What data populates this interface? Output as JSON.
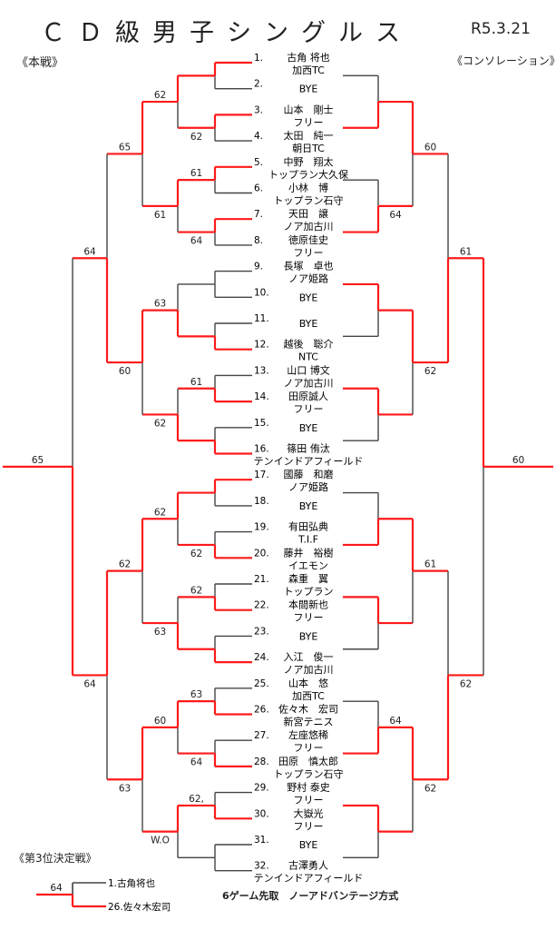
{
  "header": {
    "title": "ＣＤ級男子シングルス",
    "date": "R5.3.21"
  },
  "labels": {
    "main": "《本戦》",
    "consolation": "《コンソレーション》",
    "third_place": "《第3位決定戦》",
    "footer": "6ゲーム先取　ノーアドバンテージ方式"
  },
  "colors": {
    "win": "#ff1a1a",
    "line": "#444444"
  },
  "players": [
    {
      "num": "1.",
      "name": "古角 将也",
      "club": "加西TC"
    },
    {
      "num": "2.",
      "name": "BYE",
      "club": ""
    },
    {
      "num": "3.",
      "name": "山本　剛士",
      "club": "フリー"
    },
    {
      "num": "4.",
      "name": "太田　純一",
      "club": "朝日TC"
    },
    {
      "num": "5.",
      "name": "中野　翔太",
      "club": "トップラン大久保"
    },
    {
      "num": "6.",
      "name": "小林　博",
      "club": "トップラン石守"
    },
    {
      "num": "7.",
      "name": "天田　譲",
      "club": "ノア加古川"
    },
    {
      "num": "8.",
      "name": "徳原佳史",
      "club": "フリー"
    },
    {
      "num": "9.",
      "name": "長塚　卓也",
      "club": "ノア姫路"
    },
    {
      "num": "10.",
      "name": "BYE",
      "club": ""
    },
    {
      "num": "11.",
      "name": "BYE",
      "club": ""
    },
    {
      "num": "12.",
      "name": "越後　聡介",
      "club": "NTC"
    },
    {
      "num": "13.",
      "name": "山口 博文",
      "club": "ノア加古川"
    },
    {
      "num": "14.",
      "name": "田原誠人",
      "club": "フリー"
    },
    {
      "num": "15.",
      "name": "BYE",
      "club": ""
    },
    {
      "num": "16.",
      "name": "篠田 侑汰",
      "club": "テンインドアフィールド"
    },
    {
      "num": "17.",
      "name": "國藤　和磨",
      "club": "ノア姫路"
    },
    {
      "num": "18.",
      "name": "BYE",
      "club": ""
    },
    {
      "num": "19.",
      "name": "有田弘典",
      "club": "T.I.F"
    },
    {
      "num": "20.",
      "name": "藤井　裕樹",
      "club": "イエモン"
    },
    {
      "num": "21.",
      "name": "森重　翼",
      "club": "トップラン"
    },
    {
      "num": "22.",
      "name": "本間新也",
      "club": "フリー"
    },
    {
      "num": "23.",
      "name": "BYE",
      "club": ""
    },
    {
      "num": "24.",
      "name": "入江　俊一",
      "club": "ノア加古川"
    },
    {
      "num": "25.",
      "name": "山本　悠",
      "club": "加西TC"
    },
    {
      "num": "26.",
      "name": "佐々木　宏司",
      "club": "新宮テニス"
    },
    {
      "num": "27.",
      "name": "左座悠稀",
      "club": "フリー"
    },
    {
      "num": "28.",
      "name": "田原　慎太郎",
      "club": "トップラン石守"
    },
    {
      "num": "29.",
      "name": "野村 泰史",
      "club": "フリー"
    },
    {
      "num": "30.",
      "name": "大嶽光",
      "club": "フリー"
    },
    {
      "num": "31.",
      "name": "BYE",
      "club": ""
    },
    {
      "num": "32.",
      "name": "古澤勇人",
      "club": "テンインドアフィールド"
    }
  ],
  "main": {
    "rounds": [
      [
        {
          "w": 0
        },
        {
          "w": 0,
          "s": "62"
        },
        {
          "w": 0,
          "s": "61"
        },
        {
          "w": 0,
          "s": "64"
        },
        {
          "w": null
        },
        {
          "w": 1
        },
        {
          "w": 1,
          "s": "61"
        },
        {
          "w": 1
        },
        {
          "w": 0
        },
        {
          "w": 1,
          "s": "62"
        },
        {
          "w": 1,
          "s": "62"
        },
        {
          "w": 1
        },
        {
          "w": 1,
          "s": "63"
        },
        {
          "w": 1,
          "s": "64"
        },
        {
          "w": 1,
          "s": "62,"
        },
        {
          "w": null
        }
      ],
      [
        {
          "w": 0,
          "s": "62"
        },
        {
          "w": 0,
          "s": "61"
        },
        {
          "w": 1,
          "s": "63"
        },
        {
          "w": 1,
          "s": "62"
        },
        {
          "w": 0,
          "s": "62"
        },
        {
          "w": 1,
          "s": "63"
        },
        {
          "w": 0,
          "s": "60"
        },
        {
          "w": 0,
          "s": "W.O"
        }
      ],
      [
        {
          "w": 0,
          "s": "65"
        },
        {
          "w": 0,
          "s": "60"
        },
        {
          "w": 0,
          "s": "62"
        },
        {
          "w": 0,
          "s": "63"
        }
      ],
      [
        {
          "w": 1,
          "s": "64"
        },
        {
          "w": 0,
          "s": "64"
        }
      ],
      [
        {
          "w": 1,
          "s": "65"
        }
      ]
    ]
  },
  "consolation": {
    "rounds": [
      [
        {
          "w": 1
        },
        {
          "w": 1,
          "s": "64"
        },
        {
          "w": 0
        },
        {
          "w": 0
        },
        {
          "w": 1
        },
        {
          "w": 0
        },
        {
          "w": 1,
          "s": "64"
        },
        {
          "w": 0
        }
      ],
      [
        {
          "w": 0,
          "s": "60"
        },
        {
          "w": 0,
          "s": "62"
        },
        {
          "w": 0,
          "s": "61"
        },
        {
          "w": 0,
          "s": "62"
        }
      ],
      [
        {
          "w": 1,
          "s": "61"
        },
        {
          "w": 1,
          "s": "62"
        }
      ],
      [
        {
          "w": 0,
          "s": "60"
        }
      ]
    ]
  },
  "third_place": {
    "players": [
      "1.古角将也",
      "26.佐々木宏司"
    ],
    "winner": 1,
    "score": "64"
  }
}
